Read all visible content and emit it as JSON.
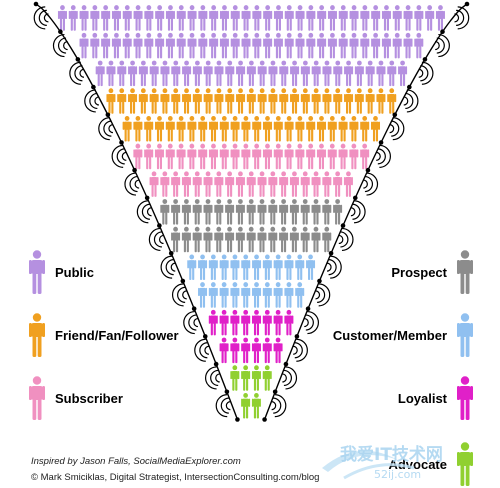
{
  "legend": {
    "left": [
      {
        "key": "public",
        "label": "Public",
        "color": "#b590e0"
      },
      {
        "key": "friend",
        "label": "Friend/Fan/Follower",
        "color": "#f0a020"
      },
      {
        "key": "subscriber",
        "label": "Subscriber",
        "color": "#f090c0"
      }
    ],
    "right": [
      {
        "key": "prospect",
        "label": "Prospect",
        "color": "#8c8c8c"
      },
      {
        "key": "customer",
        "label": "Customer/Member",
        "color": "#90c0f0"
      },
      {
        "key": "loyalist",
        "label": "Loyalist",
        "color": "#e020c8"
      },
      {
        "key": "advocate",
        "label": "Advocate",
        "color": "#90d030"
      }
    ]
  },
  "credits": {
    "inspired": "Inspired by Jason Falls, SocialMediaExplorer.com",
    "copyright": "© Mark Smiciklas, Digital Strategist, IntersectionConsulting.com/blog"
  },
  "watermark": {
    "text": "我爱IT技术网",
    "url": "52ij.com"
  },
  "funnel": {
    "tiers": [
      {
        "key": "public",
        "rows": 3,
        "color": "#b590e0"
      },
      {
        "key": "friend",
        "rows": 2,
        "color": "#f0a020"
      },
      {
        "key": "subscriber",
        "rows": 2,
        "color": "#f090c0"
      },
      {
        "key": "prospect",
        "rows": 2,
        "color": "#8c8c8c"
      },
      {
        "key": "customer",
        "rows": 2,
        "color": "#90c0f0"
      },
      {
        "key": "loyalist",
        "rows": 2,
        "color": "#e020c8"
      },
      {
        "key": "advocate",
        "rows": 2,
        "color": "#90d030"
      }
    ]
  }
}
